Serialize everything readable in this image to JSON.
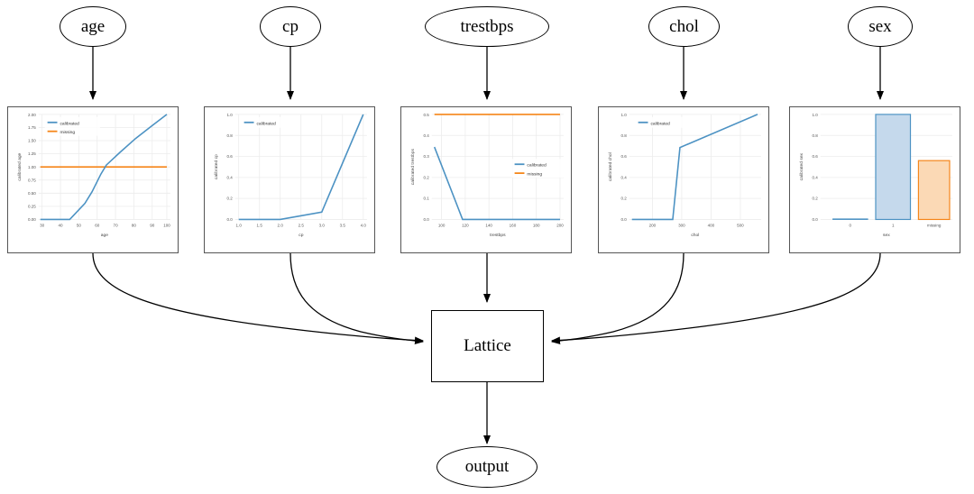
{
  "graph": {
    "input_nodes": [
      {
        "id": "age",
        "label": "age"
      },
      {
        "id": "cp",
        "label": "cp"
      },
      {
        "id": "trestbps",
        "label": "trestbps"
      },
      {
        "id": "chol",
        "label": "chol"
      },
      {
        "id": "sex",
        "label": "sex"
      }
    ],
    "center_node": {
      "id": "lattice",
      "label": "Lattice"
    },
    "output_node": {
      "id": "output",
      "label": "output"
    }
  },
  "colors": {
    "calibrated": "#4c92c3",
    "missing": "#f58518",
    "bar_blue_fill": "#c5d9ec",
    "bar_blue_edge": "#4c92c3",
    "bar_orange_fill": "#fbd9b5",
    "bar_orange_edge": "#f58518",
    "panel_border": "#555555",
    "grid": "#e8e8e8",
    "axis_text": "#555555"
  },
  "chart_data": [
    {
      "id": "age-chart",
      "type": "line",
      "title": "",
      "xlabel": "age",
      "ylabel": "calibrated age",
      "xlim": [
        28,
        102
      ],
      "ylim": [
        -0.08,
        2.08
      ],
      "xticks": [
        30,
        40,
        50,
        60,
        70,
        80,
        90,
        100
      ],
      "yticks": [
        "0.00",
        "0.25",
        "0.50",
        "0.75",
        "1.00",
        "1.25",
        "1.50",
        "1.75",
        "2.00"
      ],
      "grid": true,
      "legend": [
        "calibrated",
        "missing"
      ],
      "legend_position": "upper left",
      "series": [
        {
          "name": "calibrated",
          "x": [
            29,
            45,
            53,
            57,
            62,
            65,
            72,
            81,
            90,
            100
          ],
          "y": [
            0.0,
            0.0,
            0.3,
            0.52,
            0.86,
            1.03,
            1.26,
            1.53,
            1.76,
            2.0
          ]
        },
        {
          "name": "missing",
          "x": [
            29,
            100
          ],
          "y": [
            1.0,
            1.0
          ]
        }
      ]
    },
    {
      "id": "cp-chart",
      "type": "line",
      "title": "",
      "xlabel": "cp",
      "ylabel": "calibrated cp",
      "xlim": [
        0.88,
        4.12
      ],
      "ylim": [
        -0.04,
        1.04
      ],
      "xticks": [
        "1.0",
        "1.5",
        "2.0",
        "2.5",
        "3.0",
        "3.5",
        "4.0"
      ],
      "yticks": [
        "0.0",
        "0.2",
        "0.4",
        "0.6",
        "0.8",
        "1.0"
      ],
      "grid": true,
      "legend": [
        "calibrated"
      ],
      "legend_position": "upper left",
      "series": [
        {
          "name": "calibrated",
          "x": [
            1.0,
            2.0,
            3.0,
            4.0
          ],
          "y": [
            0.0,
            0.0,
            0.07,
            1.0
          ]
        }
      ]
    },
    {
      "id": "trestbps-chart",
      "type": "line",
      "title": "",
      "xlabel": "trestbps",
      "ylabel": "calibrated trestbps",
      "xlim": [
        92,
        202
      ],
      "ylim": [
        -0.02,
        0.52
      ],
      "xticks": [
        100,
        120,
        140,
        160,
        180,
        200
      ],
      "yticks": [
        "0.0",
        "0.1",
        "0.2",
        "0.3",
        "0.4",
        "0.5"
      ],
      "grid": true,
      "legend": [
        "calibrated",
        "missing"
      ],
      "legend_position": "center right",
      "series": [
        {
          "name": "calibrated",
          "x": [
            94,
            117,
            200
          ],
          "y": [
            0.345,
            0.0,
            0.0
          ]
        },
        {
          "name": "missing",
          "x": [
            94,
            200
          ],
          "y": [
            0.5,
            0.5
          ]
        }
      ]
    },
    {
      "id": "chol-chart",
      "type": "line",
      "title": "",
      "xlabel": "chol",
      "ylabel": "calibrated chol",
      "xlim": [
        120,
        570
      ],
      "ylim": [
        -0.04,
        1.04
      ],
      "xticks": [
        200,
        300,
        400,
        500
      ],
      "yticks": [
        "0.0",
        "0.2",
        "0.4",
        "0.6",
        "0.8",
        "1.0"
      ],
      "grid": true,
      "legend": [
        "calibrated"
      ],
      "legend_position": "upper left",
      "series": [
        {
          "name": "calibrated",
          "x": [
            130,
            245,
            270,
            560
          ],
          "y": [
            0.0,
            0.0,
            0.685,
            1.0
          ]
        }
      ]
    },
    {
      "id": "sex-chart",
      "type": "bar",
      "title": "",
      "xlabel": "sex",
      "ylabel": "calibrated sex",
      "ylim": [
        0.0,
        1.05
      ],
      "yticks": [
        "0.0",
        "0.2",
        "0.4",
        "0.6",
        "0.8",
        "1.0"
      ],
      "grid": true,
      "categories": [
        "0",
        "1",
        "missing"
      ],
      "values": [
        0.0,
        1.0,
        0.56
      ],
      "bar_styles": [
        "blue",
        "blue",
        "orange"
      ]
    }
  ]
}
